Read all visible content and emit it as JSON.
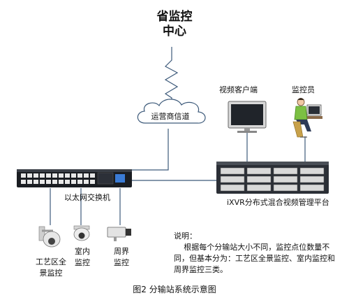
{
  "diagram": {
    "province_center": {
      "line1": "省监控",
      "line2": "中心"
    },
    "carrier_channel": "运营商信道",
    "video_client": "视频客户端",
    "operator": "监控员",
    "ethernet_switch": "以太网交换机",
    "platform": "iXVR分布式混合视频管理平台",
    "cameras": [
      {
        "line1": "工艺区全",
        "line2": "景监控",
        "icon": "dome-ptz-camera-icon"
      },
      {
        "line1": "室内",
        "line2": "监控",
        "icon": "dome-camera-icon"
      },
      {
        "line1": "周界",
        "line2": "监控",
        "icon": "box-camera-icon"
      }
    ],
    "notes": {
      "title": "说明：",
      "body": "根据每个分输站大小不同，监控点位数量不同，但基本分为：工艺区全景监控、室内监控和周界监控三类。"
    },
    "caption": "图2 分输站系统示意图"
  },
  "colors": {
    "line": "#3d5a7a",
    "switch_body": "#1a1d22",
    "server_body": "#2b2f36",
    "operator_shirt": "#7cc043"
  }
}
